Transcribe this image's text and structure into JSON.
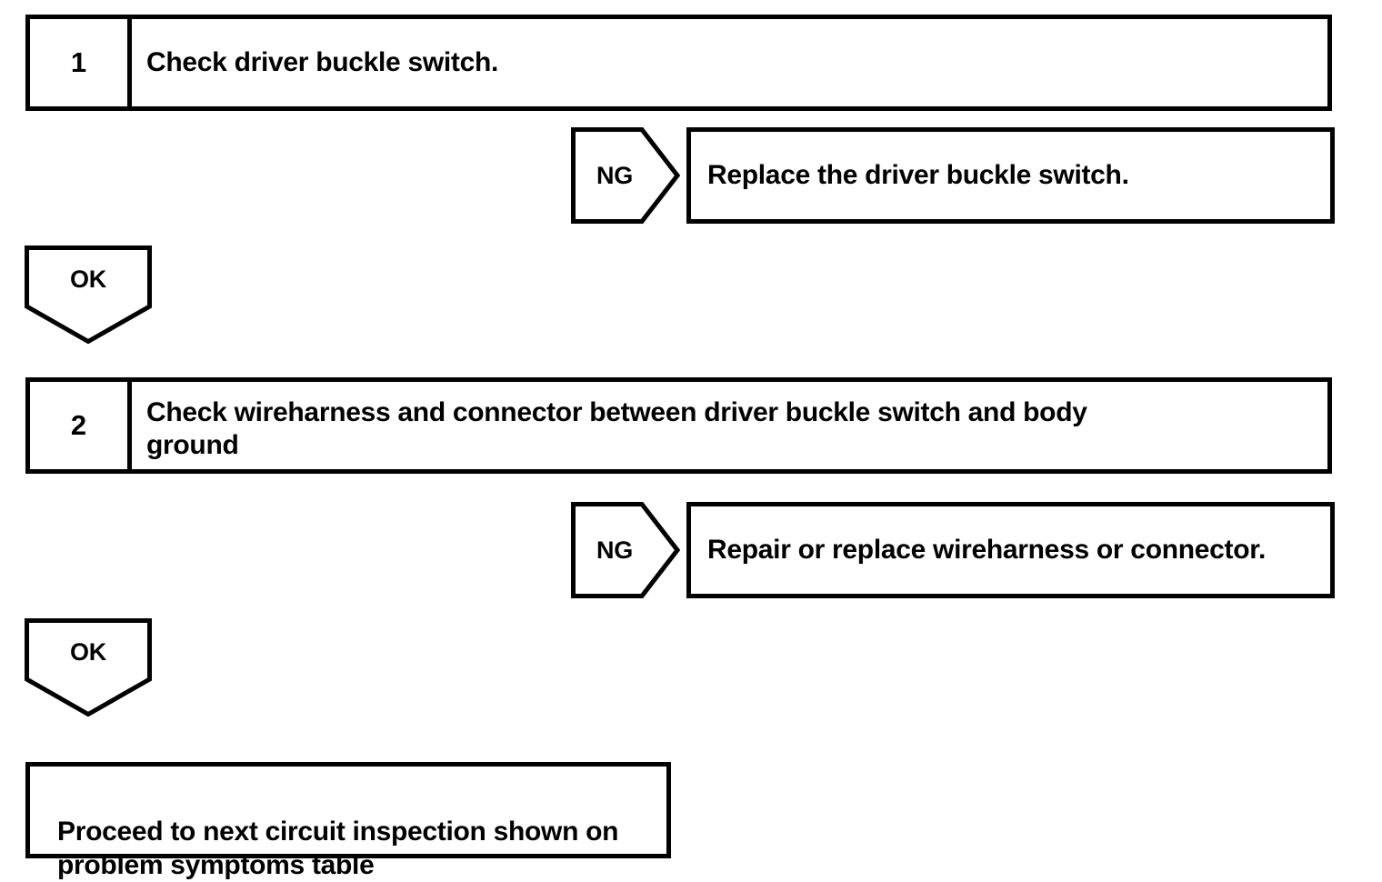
{
  "diagram": {
    "type": "troubleshooting-flowchart",
    "title": "Driver buckle switch circuit inspection",
    "colors": {
      "line": "#000000",
      "background": "#ffffff",
      "text": "#000000"
    },
    "steps": [
      {
        "number": "1",
        "text": "Check driver buckle switch.",
        "ng": {
          "label": "NG",
          "action": "Replace the driver buckle switch."
        },
        "ok": {
          "label": "OK"
        }
      },
      {
        "number": "2",
        "text": "Check wireharness and connector between driver buckle switch and body\nground",
        "ng": {
          "label": "NG",
          "action": "Repair or replace wireharness or connector."
        },
        "ok": {
          "label": "OK"
        }
      }
    ],
    "terminal": {
      "text": "Proceed to next circuit inspection shown on\nproblem symptoms table"
    }
  }
}
